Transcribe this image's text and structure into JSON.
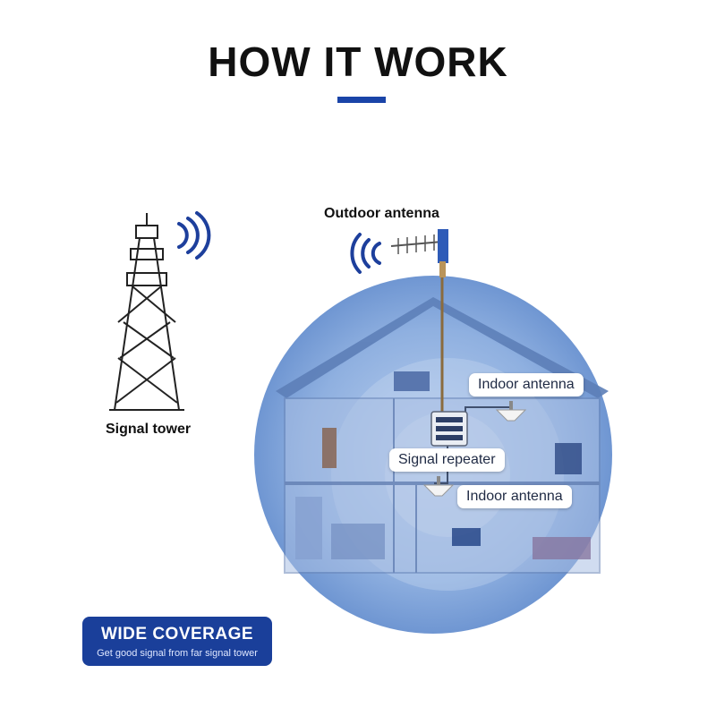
{
  "header": {
    "title": "HOW IT WORK"
  },
  "labels": {
    "signal_tower": "Signal tower",
    "outdoor_antenna": "Outdoor antenna",
    "indoor_antenna_upper": "Indoor antenna",
    "signal_repeater": "Signal repeater",
    "indoor_antenna_lower": "Indoor antenna"
  },
  "badge": {
    "title": "WIDE COVERAGE",
    "subtitle": "Get good signal from far signal tower"
  },
  "colors": {
    "accent_blue": "#1a44a8",
    "badge_blue": "#1a3f9a",
    "circle_blue": "#7ea2d8",
    "wave_blue": "#1d3f9c"
  }
}
